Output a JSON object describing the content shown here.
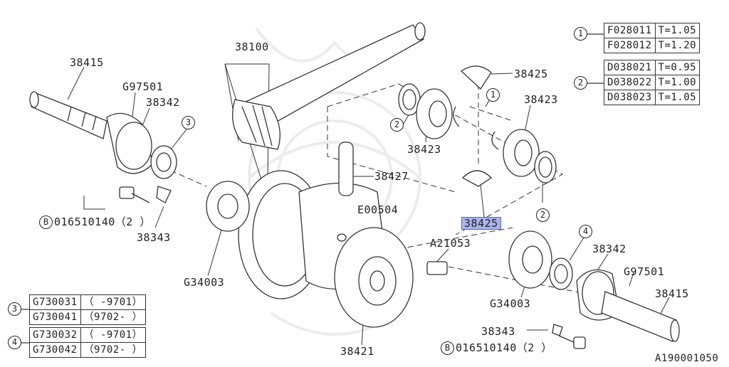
{
  "labels": {
    "p38415_left": "38415",
    "pG97501_left": "G97501",
    "p38342_left": "38342",
    "p38100": "38100",
    "p38425_top": "38425",
    "p38423_right": "38423",
    "p38423_left": "38423",
    "p38427": "38427",
    "pE00504": "E00504",
    "p38425_selected": "38425",
    "pA21053": "A21053",
    "p38342_right": "38342",
    "pG97501_right": "G97501",
    "p38415_right": "38415",
    "pG34003_right": "G34003",
    "pG34003_left": "G34003",
    "p38343_left": "38343",
    "p38343_right": "38343",
    "p38421": "38421",
    "bolt_left": "016510140（2 ）",
    "bolt_right": "016510140（2 ）",
    "footer_code": "A190001050"
  },
  "markers": {
    "one": "1",
    "two": "2",
    "three": "3",
    "four": "4",
    "b": "B"
  },
  "table_1": {
    "marker": "1",
    "rows": [
      {
        "part": "F028011",
        "spec": "T=1.05"
      },
      {
        "part": "F028012",
        "spec": "T=1.20"
      }
    ]
  },
  "table_2": {
    "marker": "2",
    "rows": [
      {
        "part": "D038021",
        "spec": "T=0.95"
      },
      {
        "part": "D038022",
        "spec": "T=1.00"
      },
      {
        "part": "D038023",
        "spec": "T=1.05"
      }
    ]
  },
  "table_3": {
    "marker": "3",
    "rows": [
      {
        "part": "G730031",
        "spec": "（    -9701）"
      },
      {
        "part": "G730041",
        "spec": "（9702-     ）"
      }
    ]
  },
  "table_4": {
    "marker": "4",
    "rows": [
      {
        "part": "G730032",
        "spec": "（    -9701）"
      },
      {
        "part": "G730042",
        "spec": "（9702-     ）"
      }
    ]
  },
  "colors": {
    "line": "#333333",
    "highlight": "#aab4ee",
    "highlight_border": "#5565c8",
    "watermark": "#ececec"
  }
}
